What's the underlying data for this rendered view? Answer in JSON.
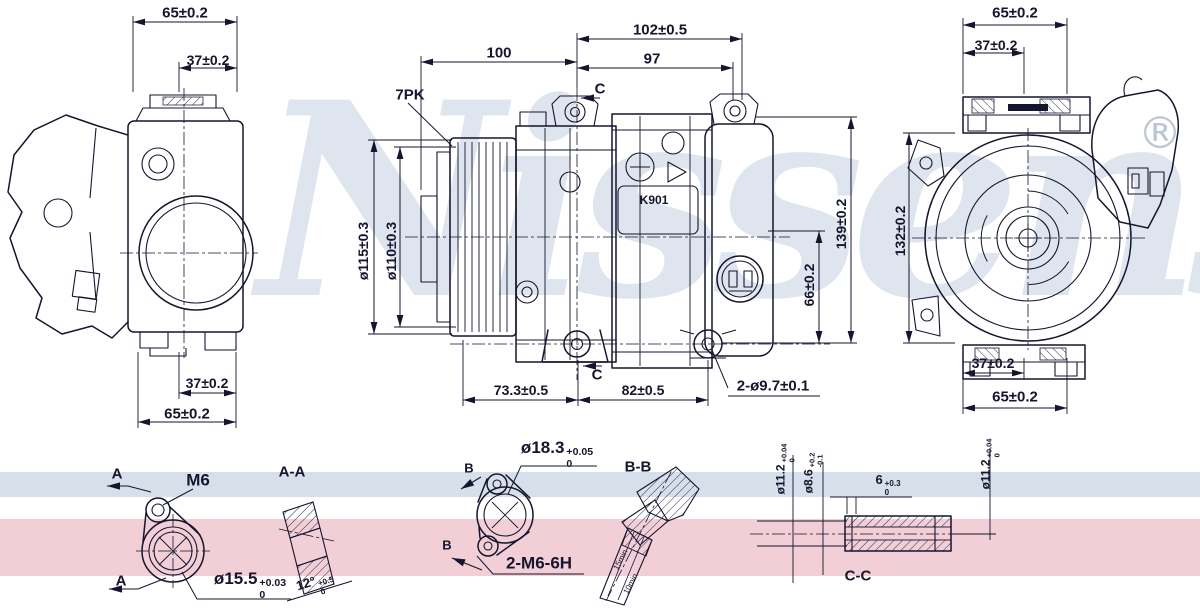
{
  "watermark": {
    "brand": "Nissens",
    "registered": "®"
  },
  "colors": {
    "line": "#15152e",
    "watermark": "#dee5ee",
    "band_blue": "#d6dfea",
    "band_pink": "#f2ced6"
  },
  "part_label": "K901",
  "belt_type": "7PK",
  "dimensions": {
    "left_view": {
      "top_width": "65±0.2",
      "top_offset": "37±0.2",
      "bottom_offset": "37±0.2",
      "bottom_width": "65±0.2"
    },
    "center_view": {
      "pulley_to_c": "100",
      "c_to_rear": "102±0.5",
      "c_to_rear_inner": "97",
      "pulley_od": "ø115±0.3",
      "pulley_id": "ø110±0.3",
      "height_total": "139±0.2",
      "height_port": "66±0.2",
      "mount_front": "73.3±0.5",
      "mount_rear": "82±0.5",
      "mount_holes": "2-ø9.7±0.1"
    },
    "right_view": {
      "top_width": "65±0.2",
      "top_offset": "37±0.2",
      "height": "132±0.2",
      "bottom_offset": "37±0.2",
      "bottom_width": "65±0.2"
    }
  },
  "sections": {
    "a": {
      "marker": "A",
      "title": "A-A",
      "thread": "M6",
      "bore": {
        "value": "ø15.5",
        "plus": "+0.03",
        "minus": "0"
      },
      "angle": {
        "value": "12°",
        "plus": "+0.5",
        "minus": "0"
      }
    },
    "b": {
      "marker": "B",
      "title": "B-B",
      "thread": "2-M6-6H",
      "bore": {
        "value": "ø18.3",
        "plus": "+0.05",
        "minus": "0"
      },
      "depth1": "15min",
      "depth2": "10min"
    },
    "c": {
      "marker": "C",
      "title": "C-C",
      "od_left": {
        "value": "ø11.2",
        "plus": "+0.04",
        "minus": "0"
      },
      "id": {
        "value": "ø8.6",
        "plus": "+0.2",
        "minus": "-0.1"
      },
      "length": {
        "value": "6",
        "plus": "+0.3",
        "minus": "0"
      },
      "od_right": {
        "value": "ø11.2",
        "plus": "+0.04",
        "minus": "0"
      }
    }
  }
}
